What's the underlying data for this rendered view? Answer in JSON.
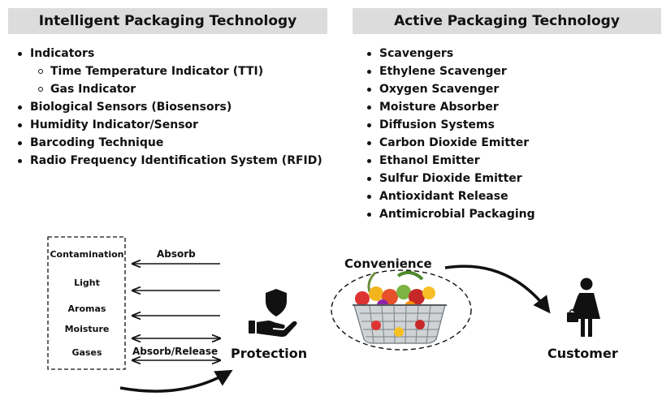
{
  "intelligent": {
    "title": "Intelligent Packaging Technology",
    "items": [
      {
        "text": "Indicators",
        "level": 0
      },
      {
        "text": "Time Temperature Indicator (TTI)",
        "level": 1
      },
      {
        "text": "Gas Indicator",
        "level": 1
      },
      {
        "text": "Biological Sensors (Biosensors)",
        "level": 0
      },
      {
        "text": "Humidity Indicator/Sensor",
        "level": 0
      },
      {
        "text": "Barcoding Technique",
        "level": 0
      },
      {
        "text": "Radio Frequency Identification System (RFID)",
        "level": 0
      }
    ]
  },
  "active": {
    "title": "Active Packaging Technology",
    "items": [
      {
        "text": "Scavengers"
      },
      {
        "text": "Ethylene Scavenger"
      },
      {
        "text": "Oxygen Scavenger"
      },
      {
        "text": "Moisture Absorber"
      },
      {
        "text": "Diffusion Systems"
      },
      {
        "text": "Carbon Dioxide Emitter"
      },
      {
        "text": "Ethanol Emitter"
      },
      {
        "text": "Sulfur Dioxide Emitter"
      },
      {
        "text": "Antioxidant Release"
      },
      {
        "text": "Antimicrobial Packaging"
      }
    ]
  },
  "flow": {
    "factors": [
      "Contamination",
      "Light",
      "Aromas",
      "Moisture",
      "Gases"
    ],
    "absorb_label": "Absorb",
    "absorb_release_label": "Absorb/Release",
    "protection_label": "Protection",
    "convenience_label": "Convenience",
    "customer_label": "Customer"
  },
  "icons": {
    "protection": "hand-shield-icon",
    "basket": "fruit-basket-icon",
    "customer": "woman-shopper-icon"
  },
  "colors": {
    "header_bg": "#dcdcdc",
    "ink": "#111111"
  }
}
